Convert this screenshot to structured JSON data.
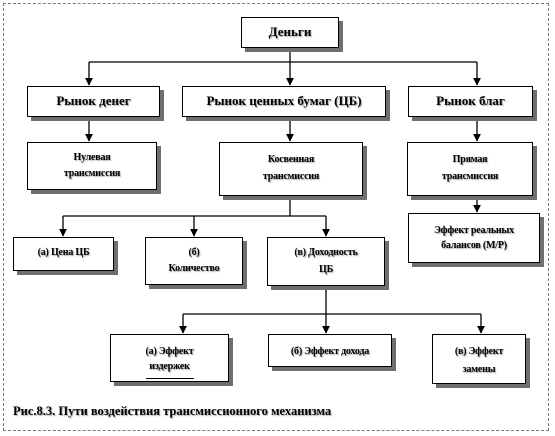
{
  "root": {
    "label": "Деньги"
  },
  "markets": [
    {
      "label": "Рынок денег"
    },
    {
      "label": "Рынок ценных бумаг  (ЦБ)"
    },
    {
      "label": "Рынок благ"
    }
  ],
  "transmissions": [
    {
      "line1": "Нулевая",
      "line2": "трансмиссия"
    },
    {
      "line1": "Косвенная",
      "line2": "трансмиссия"
    },
    {
      "line1": "Прямая",
      "line2": "трансмиссия"
    }
  ],
  "real_balances": {
    "line1": "Эффект реальных",
    "line2": "балансов (M/P)"
  },
  "channels": [
    {
      "line1": "(а) Цена ЦБ",
      "line2": ""
    },
    {
      "line1": "(б)",
      "line2": "Количество"
    },
    {
      "line1": "(в)  Доходность",
      "line2": "ЦБ"
    }
  ],
  "effects": [
    {
      "line1": "(а) Эффект",
      "line2": "издержек"
    },
    {
      "line1": "(б) Эффект дохода",
      "line2": ""
    },
    {
      "line1": "(в) Эффект",
      "line2": "замены"
    }
  ],
  "caption": "Рис.8.3. Пути воздействия трансмиссионного механизма"
}
